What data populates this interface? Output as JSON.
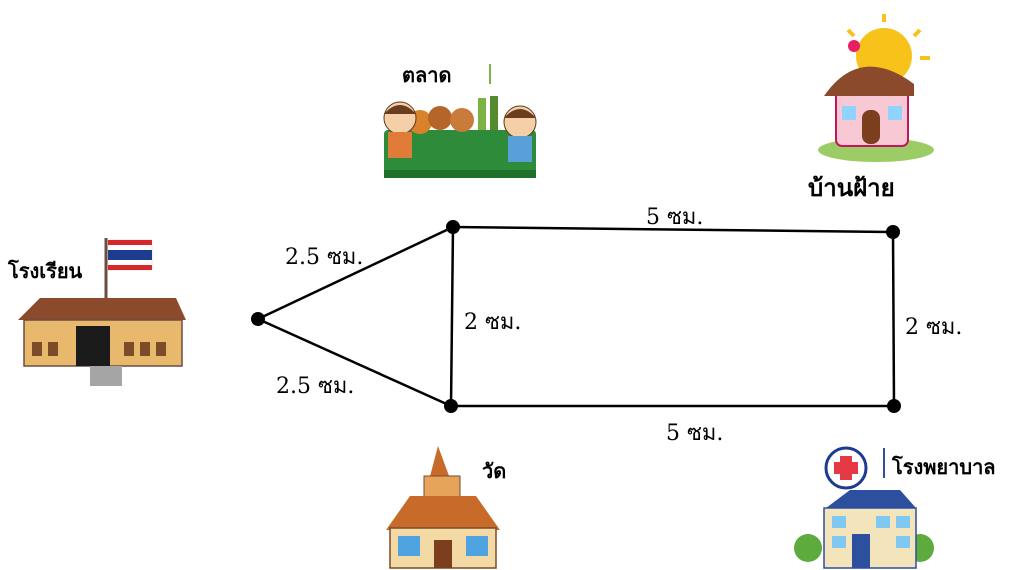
{
  "places": {
    "market": "ตลาด",
    "home": "บ้านฝ้าย",
    "school": "โรงเรียน",
    "temple": "วัด",
    "hospital": "โรงพยาบาล"
  },
  "edges": {
    "top": "5  ซม.",
    "bottom": "5  ซม.",
    "upper_left": "2.5  ซม.",
    "lower_left": "2.5  ซม.",
    "middle": "2  ซม.",
    "right": "2  ซม."
  },
  "colors": {
    "line": "#000000",
    "sun": "#f7c21a",
    "roof": "#8b4a2b",
    "flag_red": "#d62828",
    "flag_blue": "#1d3b8f",
    "cross_red": "#e63946"
  }
}
